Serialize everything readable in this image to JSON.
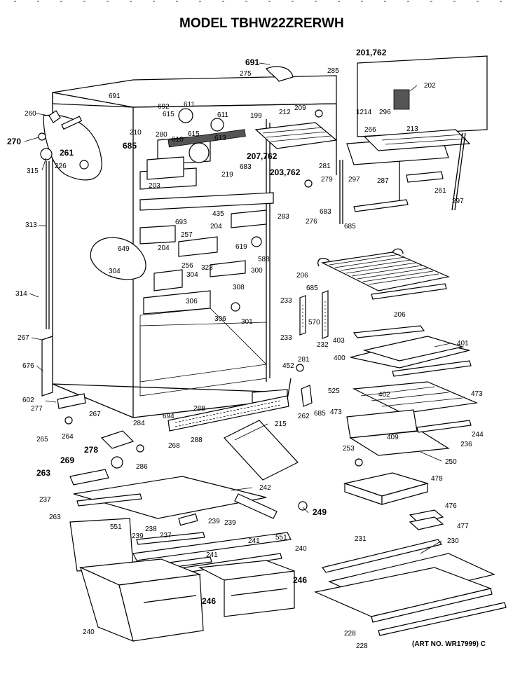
{
  "title": "MODEL TBHW22ZRERWH",
  "art_no": "(ART NO. WR17999) C",
  "labels": [
    {
      "id": "691a",
      "text": "691",
      "emph": true
    },
    {
      "id": "275",
      "text": "275"
    },
    {
      "id": "201762",
      "text": "201,762",
      "emph": true
    },
    {
      "id": "285",
      "text": "285"
    },
    {
      "id": "202",
      "text": "202"
    },
    {
      "id": "1214",
      "text": "1214"
    },
    {
      "id": "296",
      "text": "296"
    },
    {
      "id": "209",
      "text": "209"
    },
    {
      "id": "212",
      "text": "212"
    },
    {
      "id": "266",
      "text": "266"
    },
    {
      "id": "213",
      "text": "213"
    },
    {
      "id": "691b",
      "text": "691"
    },
    {
      "id": "692",
      "text": "692"
    },
    {
      "id": "611a",
      "text": "611"
    },
    {
      "id": "611b",
      "text": "611"
    },
    {
      "id": "199",
      "text": "199"
    },
    {
      "id": "260",
      "text": "260"
    },
    {
      "id": "615a",
      "text": "615"
    },
    {
      "id": "615b",
      "text": "615"
    },
    {
      "id": "210",
      "text": "210"
    },
    {
      "id": "280",
      "text": "280"
    },
    {
      "id": "610",
      "text": "610"
    },
    {
      "id": "613",
      "text": "613"
    },
    {
      "id": "270",
      "text": "270",
      "emph": true
    },
    {
      "id": "261",
      "text": "261",
      "emph": true
    },
    {
      "id": "685a",
      "text": "685",
      "emph": true
    },
    {
      "id": "207762",
      "text": "207,762",
      "emph": true
    },
    {
      "id": "315",
      "text": "315"
    },
    {
      "id": "226",
      "text": "226"
    },
    {
      "id": "683a",
      "text": "683"
    },
    {
      "id": "203762",
      "text": "203,762",
      "emph": true
    },
    {
      "id": "281a",
      "text": "281"
    },
    {
      "id": "279",
      "text": "279"
    },
    {
      "id": "297a",
      "text": "297"
    },
    {
      "id": "287",
      "text": "287"
    },
    {
      "id": "261b",
      "text": "261"
    },
    {
      "id": "297b",
      "text": "297"
    },
    {
      "id": "219",
      "text": "219"
    },
    {
      "id": "203",
      "text": "203"
    },
    {
      "id": "283",
      "text": "283"
    },
    {
      "id": "683b",
      "text": "683"
    },
    {
      "id": "276",
      "text": "276"
    },
    {
      "id": "685b",
      "text": "685"
    },
    {
      "id": "435",
      "text": "435"
    },
    {
      "id": "313",
      "text": "313"
    },
    {
      "id": "693",
      "text": "693"
    },
    {
      "id": "204a",
      "text": "204"
    },
    {
      "id": "257",
      "text": "257"
    },
    {
      "id": "619",
      "text": "619"
    },
    {
      "id": "649",
      "text": "649"
    },
    {
      "id": "204b",
      "text": "204"
    },
    {
      "id": "588",
      "text": "588"
    },
    {
      "id": "256",
      "text": "256"
    },
    {
      "id": "323",
      "text": "323"
    },
    {
      "id": "300",
      "text": "300"
    },
    {
      "id": "304a",
      "text": "304"
    },
    {
      "id": "304b",
      "text": "304"
    },
    {
      "id": "308",
      "text": "308"
    },
    {
      "id": "206a",
      "text": "206"
    },
    {
      "id": "314",
      "text": "314"
    },
    {
      "id": "685c",
      "text": "685"
    },
    {
      "id": "306a",
      "text": "306"
    },
    {
      "id": "306b",
      "text": "306"
    },
    {
      "id": "233a",
      "text": "233"
    },
    {
      "id": "206b",
      "text": "206"
    },
    {
      "id": "301",
      "text": "301"
    },
    {
      "id": "570",
      "text": "570"
    },
    {
      "id": "233b",
      "text": "233"
    },
    {
      "id": "232",
      "text": "232"
    },
    {
      "id": "267a",
      "text": "267"
    },
    {
      "id": "403",
      "text": "403"
    },
    {
      "id": "401",
      "text": "401"
    },
    {
      "id": "676",
      "text": "676"
    },
    {
      "id": "400",
      "text": "400"
    },
    {
      "id": "281b",
      "text": "281"
    },
    {
      "id": "452",
      "text": "452"
    },
    {
      "id": "525",
      "text": "525"
    },
    {
      "id": "402",
      "text": "402"
    },
    {
      "id": "473a",
      "text": "473"
    },
    {
      "id": "602",
      "text": "602"
    },
    {
      "id": "277",
      "text": "277"
    },
    {
      "id": "473b",
      "text": "473"
    },
    {
      "id": "288a",
      "text": "288"
    },
    {
      "id": "262",
      "text": "262"
    },
    {
      "id": "685d",
      "text": "685"
    },
    {
      "id": "267b",
      "text": "267"
    },
    {
      "id": "694",
      "text": "694"
    },
    {
      "id": "284",
      "text": "284"
    },
    {
      "id": "215",
      "text": "215"
    },
    {
      "id": "409",
      "text": "409"
    },
    {
      "id": "244",
      "text": "244"
    },
    {
      "id": "265",
      "text": "265"
    },
    {
      "id": "264",
      "text": "264"
    },
    {
      "id": "288b",
      "text": "288"
    },
    {
      "id": "236",
      "text": "236"
    },
    {
      "id": "278",
      "text": "278",
      "emph": true
    },
    {
      "id": "268",
      "text": "268"
    },
    {
      "id": "253",
      "text": "253"
    },
    {
      "id": "250",
      "text": "250"
    },
    {
      "id": "269",
      "text": "269",
      "emph": true
    },
    {
      "id": "286",
      "text": "286"
    },
    {
      "id": "263a",
      "text": "263",
      "emph": true
    },
    {
      "id": "478",
      "text": "478"
    },
    {
      "id": "242",
      "text": "242"
    },
    {
      "id": "237a",
      "text": "237"
    },
    {
      "id": "249",
      "text": "249",
      "emph": true
    },
    {
      "id": "263b",
      "text": "263"
    },
    {
      "id": "476",
      "text": "476"
    },
    {
      "id": "238",
      "text": "238"
    },
    {
      "id": "239a",
      "text": "239"
    },
    {
      "id": "551a",
      "text": "551"
    },
    {
      "id": "239b",
      "text": "239"
    },
    {
      "id": "477",
      "text": "477"
    },
    {
      "id": "239c",
      "text": "239"
    },
    {
      "id": "237b",
      "text": "237"
    },
    {
      "id": "231",
      "text": "231"
    },
    {
      "id": "230",
      "text": "230"
    },
    {
      "id": "241a",
      "text": "241"
    },
    {
      "id": "551b",
      "text": "551"
    },
    {
      "id": "240a",
      "text": "240"
    },
    {
      "id": "241b",
      "text": "241"
    },
    {
      "id": "246a",
      "text": "246",
      "emph": true
    },
    {
      "id": "246b",
      "text": "246",
      "emph": true
    },
    {
      "id": "240b",
      "text": "240"
    },
    {
      "id": "228a",
      "text": "228"
    },
    {
      "id": "228b",
      "text": "228"
    }
  ]
}
